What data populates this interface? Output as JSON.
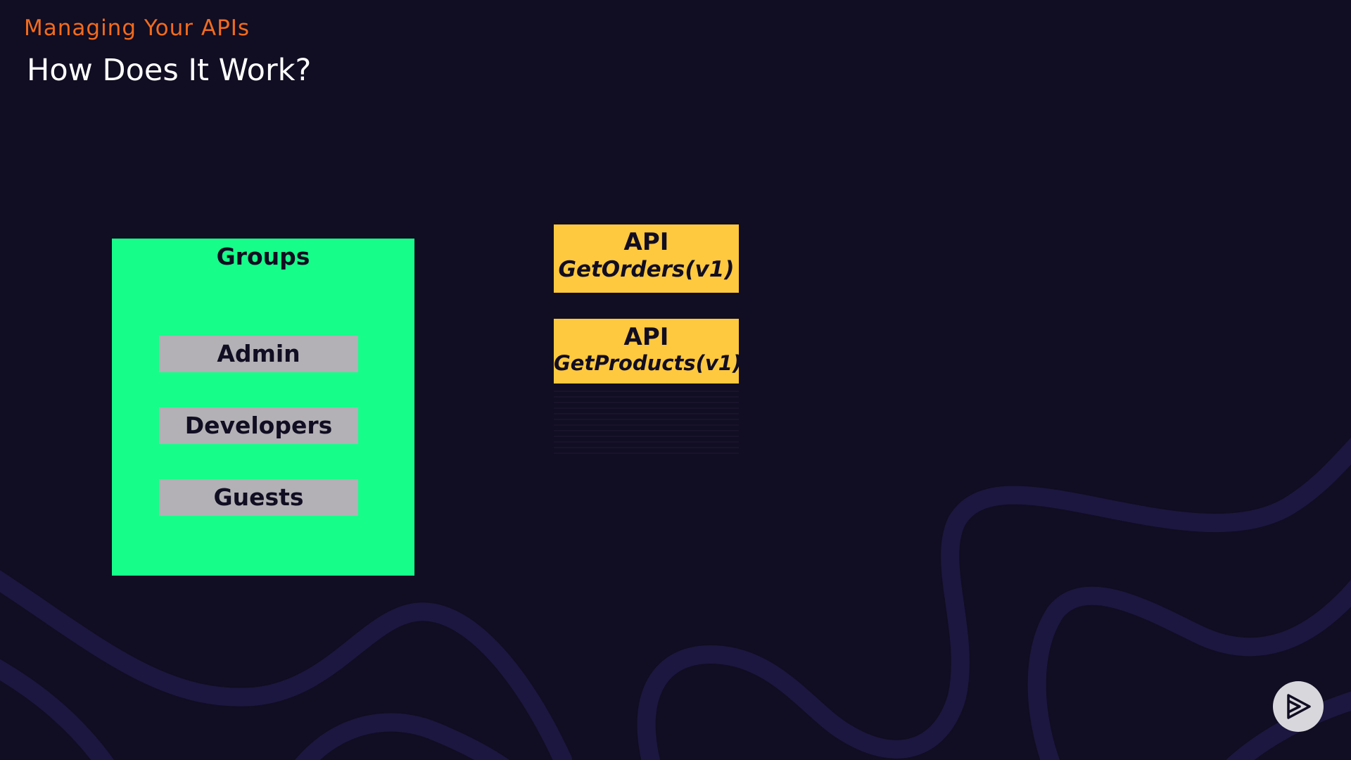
{
  "header": {
    "section_title": "Managing Your APIs",
    "slide_title": "How Does It Work?"
  },
  "groups": {
    "title": "Groups",
    "items": [
      {
        "label": "Admin"
      },
      {
        "label": "Developers"
      },
      {
        "label": "Guests"
      }
    ]
  },
  "apis": [
    {
      "label": "API",
      "name": "GetOrders(v1)"
    },
    {
      "label": "API",
      "name": "GetProducts(v1)"
    }
  ],
  "colors": {
    "background": "#110d22",
    "accent_orange": "#f26b1d",
    "groups_green": "#17fd8a",
    "group_item_gray": "#b3b1b5",
    "api_yellow": "#ffc93f",
    "wave_purple": "#1c1740"
  },
  "controls": {
    "play_icon": "play-icon"
  }
}
